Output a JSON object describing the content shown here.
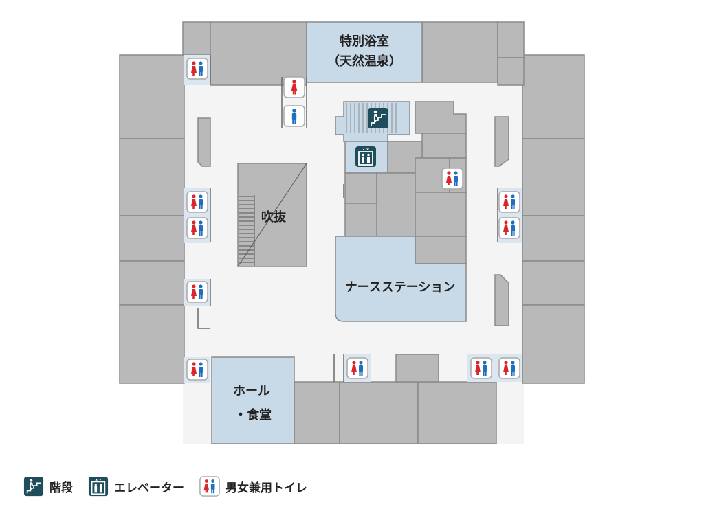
{
  "map": {
    "rooms": {
      "bath_line1": "特別浴室",
      "bath_line2": "（天然温泉）",
      "atrium": "吹抜",
      "nurse_station": "ナースステーション",
      "hall_line1": "ホール",
      "hall_line2": "・食堂"
    }
  },
  "legend": {
    "stairs": "階段",
    "elevator": "エレベーター",
    "restroom": "男女兼用トイレ"
  },
  "colors": {
    "room_gray": "#b9b9b9",
    "wall": "#8a8a8a",
    "corridor": "#f4f4f4",
    "highlight_blue": "#c8d9e8",
    "icon_dark": "#1f4d5c",
    "female_red": "#d8262c",
    "male_blue": "#1f6fbf"
  }
}
